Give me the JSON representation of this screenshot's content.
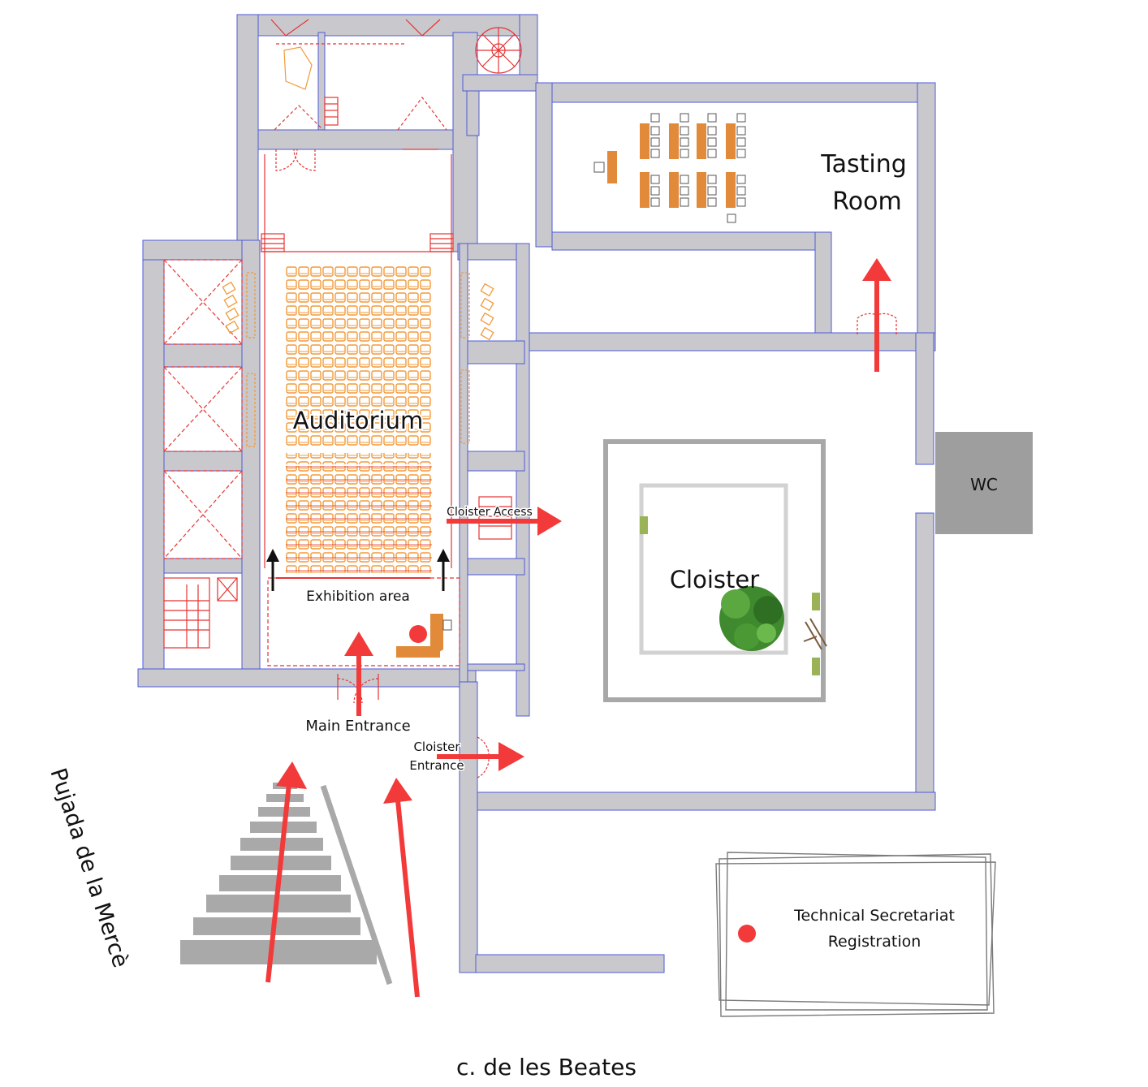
{
  "labels": {
    "auditorium": "Auditorium",
    "tasting_line1": "Tasting",
    "tasting_line2": "Room",
    "wc": "WC",
    "cloister": "Cloister",
    "cloister_access": "Cloister Access",
    "exhibition_area": "Exhibition area",
    "main_entrance": "Main Entrance",
    "cloister_entrance_line1": "Cloister",
    "cloister_entrance_line2": "Entrance",
    "street_left": "Pujada de la Mercè",
    "street_bottom": "c. de les Beates"
  },
  "legend": {
    "line1": "Technical Secretariat",
    "line2": "Registration"
  },
  "colors": {
    "wall": "#c9c9cd",
    "wall_edge": "#4f5bd5",
    "arrow": "#f23a3a",
    "marker": "#f23a3a",
    "seat": "#f29a3a",
    "table": "#e08a3a",
    "cad_red": "#e53333",
    "wc_block": "#9e9e9e",
    "stairs": "#a9a9a9"
  },
  "icons": {
    "arrows": "red-arrow-icon",
    "marker": "red-dot-marker-icon",
    "tree": "tree-icon",
    "bench": "bench-icon"
  }
}
